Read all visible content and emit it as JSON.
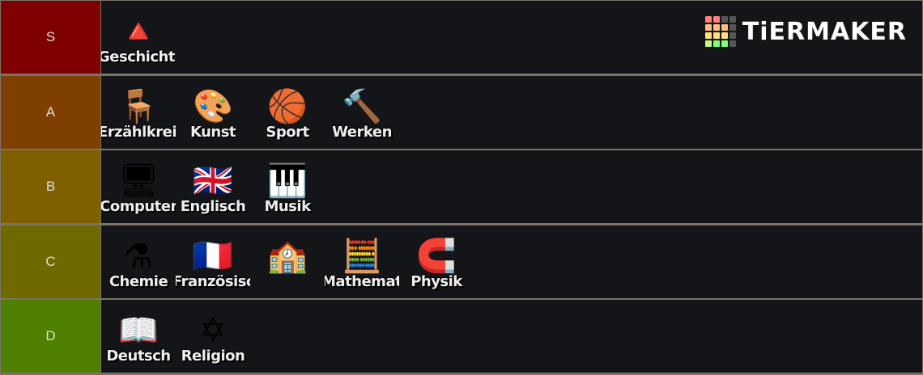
{
  "brand": {
    "name": "TiERMAKER",
    "logo_colors": [
      "#ff7f7f",
      "#ffbf7f",
      "#ffdf7f",
      "#bfff7f",
      "#7fff7f",
      "#555555"
    ]
  },
  "tiers": [
    {
      "label": "S",
      "color": "#7f0000",
      "items": [
        {
          "name": "Geschichte",
          "icon": "pyramid-icon",
          "glyph": "🔺"
        }
      ]
    },
    {
      "label": "A",
      "color": "#7f3f00",
      "items": [
        {
          "name": "Erzählkreis",
          "icon": "chairs-icon",
          "glyph": "🪑"
        },
        {
          "name": "Kunst",
          "icon": "palette-scissors-icon",
          "glyph": "🎨"
        },
        {
          "name": "Sport",
          "icon": "rope-ball-icon",
          "glyph": "🏀"
        },
        {
          "name": "Werken",
          "icon": "saw-hammer-icon",
          "glyph": "🔨"
        }
      ]
    },
    {
      "label": "B",
      "color": "#7f5f00",
      "items": [
        {
          "name": "Computer",
          "icon": "computer-icon",
          "glyph": "🖥"
        },
        {
          "name": "Englisch",
          "icon": "uk-flag-icon",
          "glyph": "🇬🇧"
        },
        {
          "name": "Musik",
          "icon": "keyboard-tambourine-icon",
          "glyph": "🎹"
        }
      ]
    },
    {
      "label": "C",
      "color": "#6f6a00",
      "items": [
        {
          "name": "Chemie",
          "icon": "flask-icon",
          "glyph": "⚗"
        },
        {
          "name": "Französisch",
          "icon": "france-flag-icon",
          "glyph": "🇫🇷"
        },
        {
          "name": "",
          "icon": "classroom-picture-icon",
          "glyph": "🏫"
        },
        {
          "name": "Mathematik",
          "icon": "abacus-icon",
          "glyph": "🧮"
        },
        {
          "name": "Physik",
          "icon": "magnet-thermometer-icon",
          "glyph": "🧲"
        }
      ]
    },
    {
      "label": "D",
      "color": "#4f7f00",
      "items": [
        {
          "name": "Deutsch",
          "icon": "book-pen-icon",
          "glyph": "📖"
        },
        {
          "name": "Religion",
          "icon": "religious-symbols-icon",
          "glyph": "✡"
        }
      ]
    }
  ]
}
